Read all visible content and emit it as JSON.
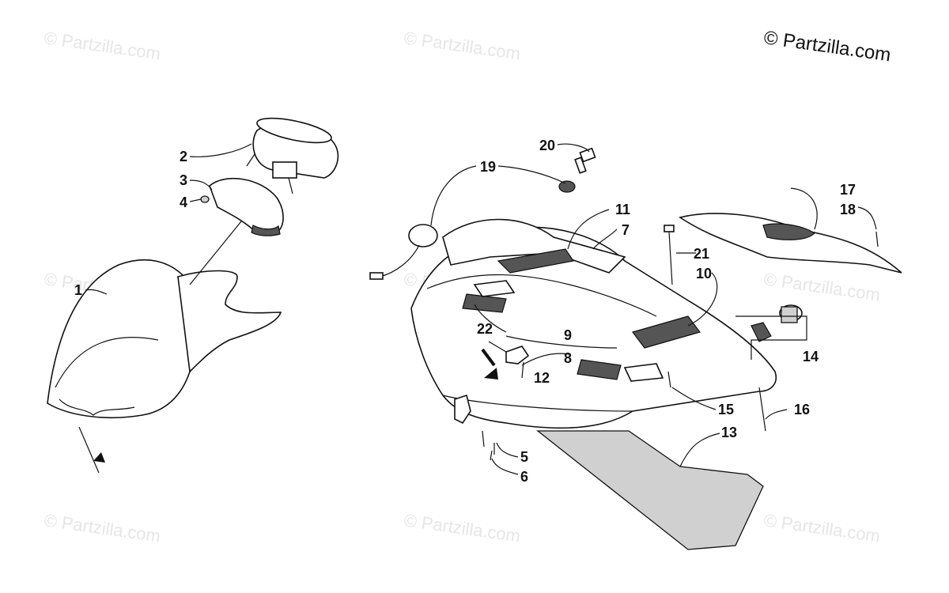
{
  "watermarks": {
    "main": "© Partzilla.com",
    "faint": "© Partzilla.com"
  },
  "callouts": {
    "c1": "1",
    "c2": "2",
    "c3": "3",
    "c4": "4",
    "c5": "5",
    "c6": "6",
    "c7": "7",
    "c8": "8",
    "c9": "9",
    "c10": "10",
    "c11": "11",
    "c12": "12",
    "c13": "13",
    "c14": "14",
    "c15": "15",
    "c16": "16",
    "c17": "17",
    "c18": "18",
    "c19": "19",
    "c20": "20",
    "c21": "21",
    "c22": "22"
  },
  "colors": {
    "line": "#111111",
    "shade": "#d0d0d0",
    "watermark": "#e6e6e6"
  }
}
